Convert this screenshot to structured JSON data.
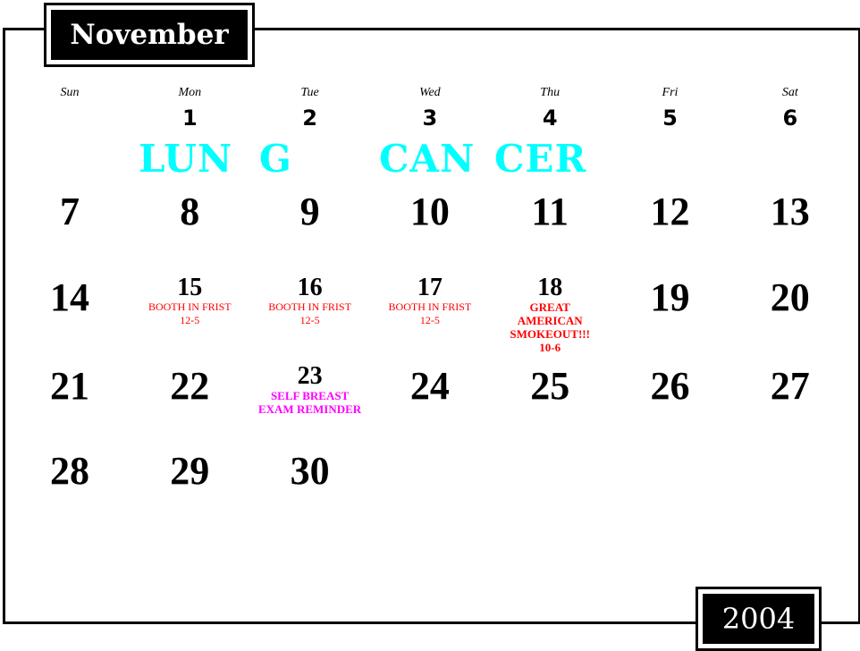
{
  "month": "November",
  "year": "2004",
  "day_names": [
    "Sun",
    "Mon",
    "Tue",
    "Wed",
    "Thu",
    "Fri",
    "Sat"
  ],
  "banner": [
    "LUN",
    "G",
    "CAN",
    "CER"
  ],
  "weeks": [
    [
      null,
      {
        "day": "1"
      },
      {
        "day": "2"
      },
      {
        "day": "3"
      },
      {
        "day": "4"
      },
      {
        "day": "5"
      },
      {
        "day": "6"
      }
    ],
    [
      {
        "day": "7"
      },
      {
        "day": "8"
      },
      {
        "day": "9"
      },
      {
        "day": "10"
      },
      {
        "day": "11"
      },
      {
        "day": "12"
      },
      {
        "day": "13"
      }
    ],
    [
      {
        "day": "14"
      },
      {
        "day": "15",
        "events": [
          "BOOTH IN FRIST",
          "12-5"
        ]
      },
      {
        "day": "16",
        "events": [
          "BOOTH IN FRIST",
          "12-5"
        ]
      },
      {
        "day": "17",
        "events": [
          "BOOTH IN FRIST",
          "12-5"
        ]
      },
      {
        "day": "18",
        "events": [
          "GREAT",
          "AMERICAN",
          "SMOKEOUT!!!",
          "10-6"
        ],
        "style": "bold"
      },
      {
        "day": "19"
      },
      {
        "day": "20"
      }
    ],
    [
      {
        "day": "21"
      },
      {
        "day": "22"
      },
      {
        "day": "23",
        "events": [
          "SELF BREAST",
          "EXAM REMINDER"
        ],
        "style": "magenta"
      },
      {
        "day": "24"
      },
      {
        "day": "25"
      },
      {
        "day": "26"
      },
      {
        "day": "27"
      }
    ],
    [
      {
        "day": "28"
      },
      {
        "day": "29"
      },
      {
        "day": "30"
      },
      null,
      null,
      null,
      null
    ]
  ],
  "colors": {
    "banner": "#00ffff",
    "event": "#ff0000",
    "reminder": "#ff00ff"
  }
}
